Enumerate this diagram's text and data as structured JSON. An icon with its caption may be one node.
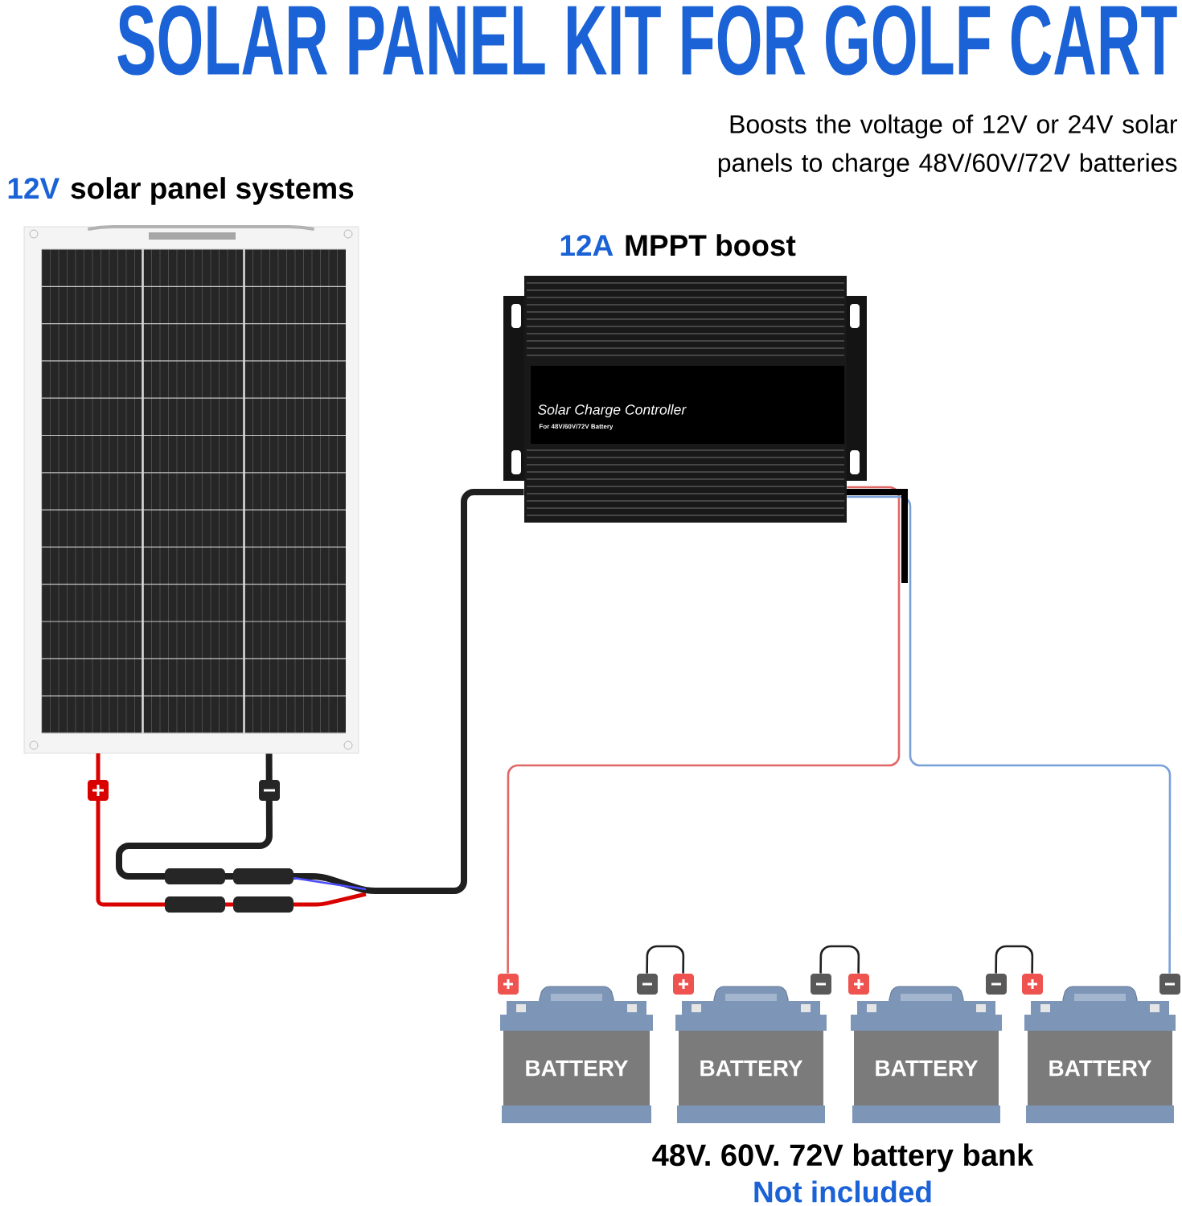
{
  "diagram": {
    "title": "SOLAR PANEL KIT FOR GOLF CART",
    "nodes": [
      {
        "text": [
          "12V",
          "solar panel systems"
        ]
      },
      {
        "text": [
          "12A",
          "MPPT boost",
          "Solar Charge Controller",
          "For 48V/60V/72V Battery"
        ]
      },
      {
        "text": [
          "BATTERY"
        ]
      },
      {
        "text": [
          "BATTERY"
        ]
      },
      {
        "text": [
          "BATTERY"
        ]
      },
      {
        "text": [
          "BATTERY"
        ]
      }
    ],
    "edges": [
      {
        "from": 0,
        "to": 1,
        "arrow": "none",
        "style": "thick"
      },
      {
        "from": 1,
        "to": 2,
        "arrow": "none",
        "color": "#e06666"
      },
      {
        "from": 1,
        "to": 5,
        "arrow": "none",
        "color": "#7aa0d8"
      },
      {
        "from": 2,
        "to": 3,
        "arrow": "none"
      },
      {
        "from": 3,
        "to": 4,
        "arrow": "none"
      },
      {
        "from": 4,
        "to": 5,
        "arrow": "none"
      }
    ],
    "labels": [
      "Boosts the voltage of 12V or 24V solar panels to charge 48V/60V/72V batteries",
      "48V. 60V. 72V battery bank",
      "Not included"
    ]
  }
}
